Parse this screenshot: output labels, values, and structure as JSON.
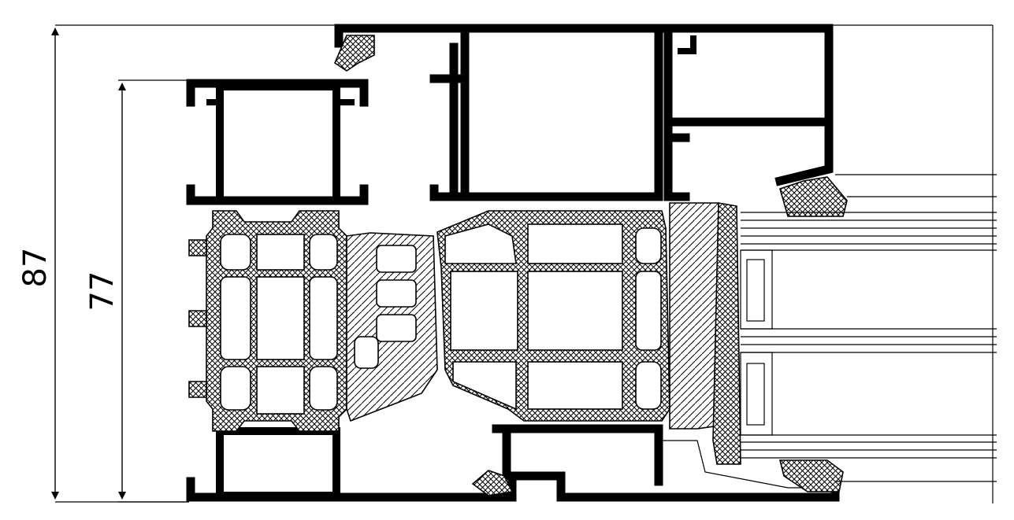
{
  "dimensions": {
    "overall": {
      "label": "87",
      "value": 87
    },
    "inner": {
      "label": "77",
      "value": 77
    }
  },
  "colors": {
    "line": "#000000",
    "background": "#ffffff"
  }
}
